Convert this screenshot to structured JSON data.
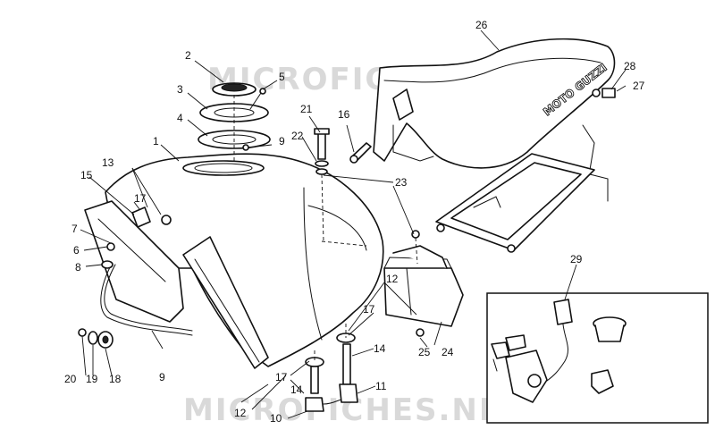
{
  "watermark": {
    "top": "MICROFICHES.NET",
    "bottom": "MICROFICHES.NET"
  },
  "seat_brand": "MOTO GUZZI",
  "callouts": [
    {
      "id": "1",
      "text": "1"
    },
    {
      "id": "2",
      "text": "2"
    },
    {
      "id": "3",
      "text": "3"
    },
    {
      "id": "4",
      "text": "4"
    },
    {
      "id": "5",
      "text": "5"
    },
    {
      "id": "6",
      "text": "6"
    },
    {
      "id": "7",
      "text": "7"
    },
    {
      "id": "8",
      "text": "8"
    },
    {
      "id": "9a",
      "text": "9"
    },
    {
      "id": "9b",
      "text": "9"
    },
    {
      "id": "10",
      "text": "10"
    },
    {
      "id": "11",
      "text": "11"
    },
    {
      "id": "12a",
      "text": "12"
    },
    {
      "id": "12b",
      "text": "12"
    },
    {
      "id": "13",
      "text": "13"
    },
    {
      "id": "14a",
      "text": "14"
    },
    {
      "id": "14b",
      "text": "14"
    },
    {
      "id": "15",
      "text": "15"
    },
    {
      "id": "16",
      "text": "16"
    },
    {
      "id": "17a",
      "text": "17"
    },
    {
      "id": "17b",
      "text": "17"
    },
    {
      "id": "17c",
      "text": "17"
    },
    {
      "id": "18",
      "text": "18"
    },
    {
      "id": "19",
      "text": "19"
    },
    {
      "id": "20",
      "text": "20"
    },
    {
      "id": "21",
      "text": "21"
    },
    {
      "id": "22",
      "text": "22"
    },
    {
      "id": "23",
      "text": "23"
    },
    {
      "id": "24",
      "text": "24"
    },
    {
      "id": "25",
      "text": "25"
    },
    {
      "id": "26",
      "text": "26"
    },
    {
      "id": "27",
      "text": "27"
    },
    {
      "id": "28",
      "text": "28"
    },
    {
      "id": "29",
      "text": "29"
    }
  ]
}
